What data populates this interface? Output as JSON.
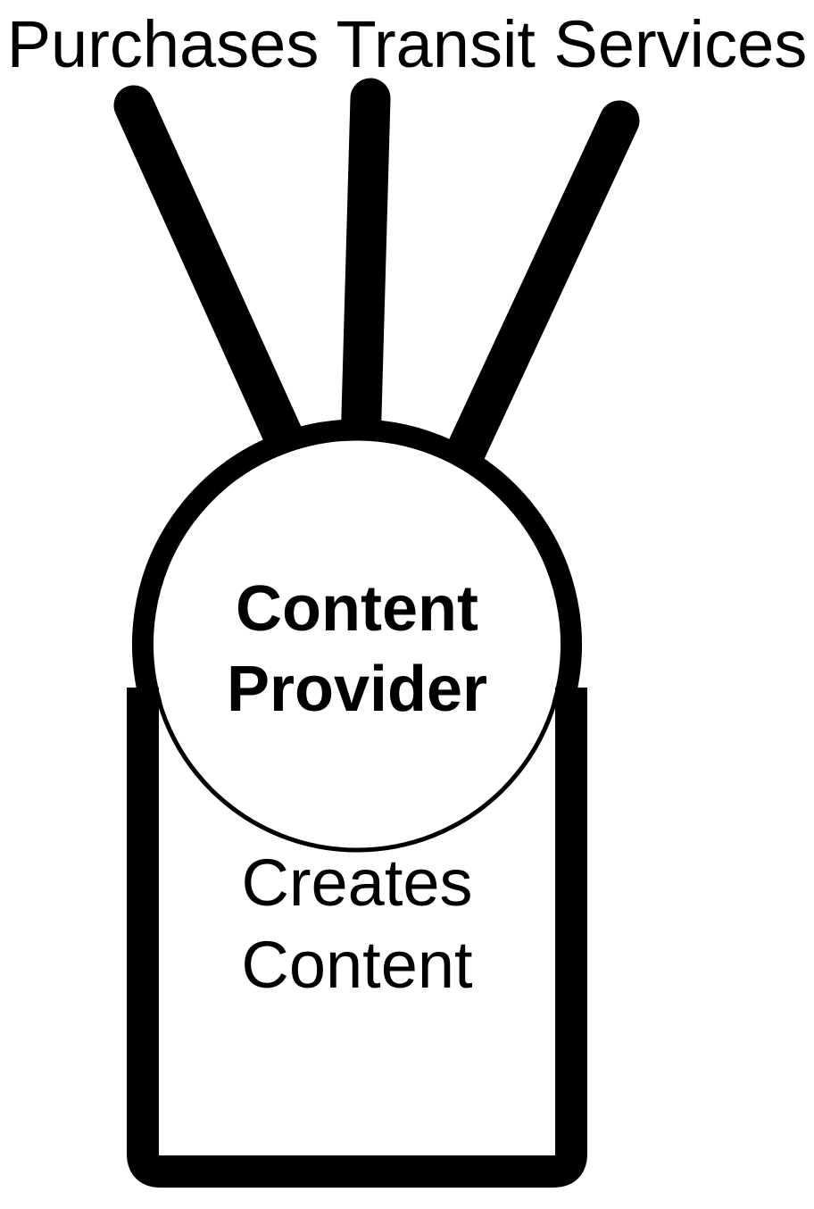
{
  "diagram": {
    "title": "Purchases Transit Services",
    "actor": {
      "head_label_line1": "Content",
      "head_label_line2": "Provider",
      "body_label_line1": "Creates",
      "body_label_line2": "Content",
      "antenna_count": "3"
    },
    "colors": {
      "ink": "#000000",
      "background": "#ffffff"
    }
  }
}
